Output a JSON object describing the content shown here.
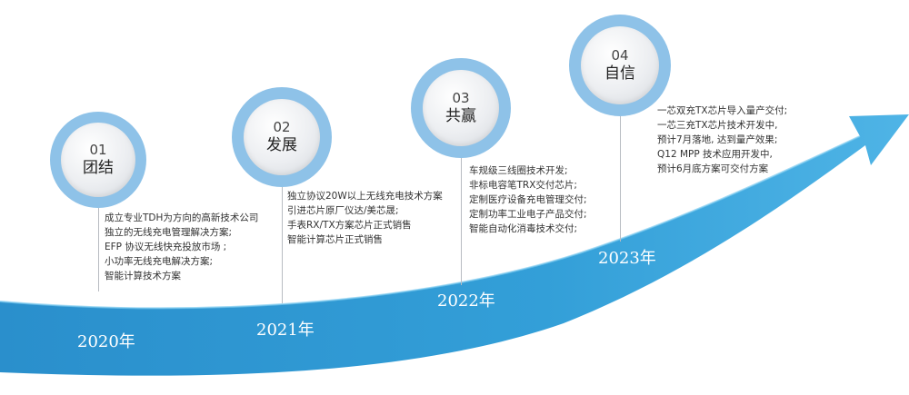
{
  "milestones": [
    {
      "num": "01",
      "name": "团结",
      "year": "2020年",
      "items": [
        "成立专业TDH为方向的高新技术公司",
        "独立的无线充电管理解决方案;",
        "EFP 协议无线快充投放市场 ;",
        "小功率无线充电解决方案;",
        "智能计算技术方案"
      ]
    },
    {
      "num": "02",
      "name": "发展",
      "year": "2021年",
      "items": [
        "独立协议20W以上无线充电技术方案",
        "引进芯片原厂仪达/美芯晟;",
        "手表RX/TX方案芯片正式销售",
        "智能计算芯片正式销售"
      ]
    },
    {
      "num": "03",
      "name": "共赢",
      "year": "2022年",
      "items": [
        "车规级三线圈技术开发;",
        "非标电容笔TRX交付芯片;",
        "定制医疗设备充电管理交付;",
        "定制功率工业电子产品交付;",
        "智能自动化消毒技术交付;"
      ]
    },
    {
      "num": "04",
      "name": "自信",
      "year": "2023年",
      "items": [
        "一芯双充TX芯片导入量产交付;",
        "一芯三充TX芯片技术开发中,",
        "预计7月落地, 达到量产效果;",
        "Q12 MPP 技术应用开发中,",
        "预计6月底方案可交付方案"
      ]
    }
  ],
  "colors": {
    "ribbon_dark": "#2c93cf",
    "ribbon_light": "#4fb1e3",
    "circle_ring": "#8ec2e8"
  }
}
